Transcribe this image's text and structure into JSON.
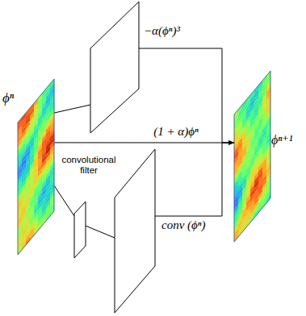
{
  "diagram": {
    "nodes": [
      {
        "text": [
          "ϕⁿ"
        ]
      },
      {
        "text": [
          "−α(ϕⁿ)³"
        ]
      },
      {
        "text": [
          "convolutional filter"
        ]
      },
      {
        "text": [
          "conv (ϕⁿ)"
        ]
      },
      {
        "text": [
          "ϕⁿ⁺¹"
        ]
      }
    ],
    "edges": [
      {
        "from": 0,
        "to": 1,
        "arrow": "none"
      },
      {
        "from": 0,
        "to": 2,
        "arrow": "none"
      },
      {
        "from": 2,
        "to": 3,
        "arrow": "none"
      },
      {
        "from": 0,
        "to": 4,
        "label": "(1 + α)ϕⁿ",
        "arrow": "to"
      },
      {
        "from": 1,
        "to": 4,
        "arrow": "to"
      },
      {
        "from": 3,
        "to": 4,
        "arrow": "to"
      }
    ]
  }
}
